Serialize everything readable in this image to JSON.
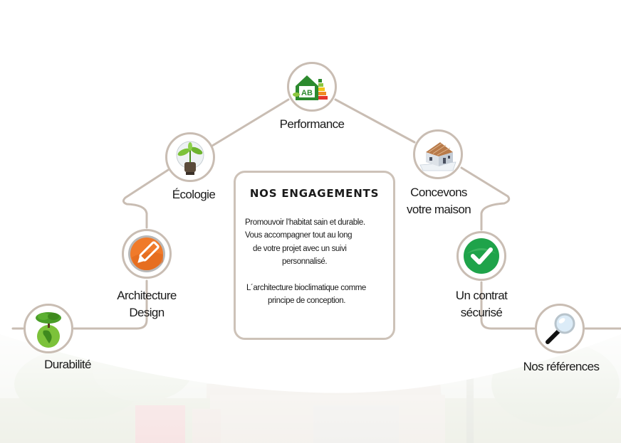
{
  "diagram": {
    "center_box": {
      "title": "NOS ENGAGEMENTS",
      "lines": [
        "Promouvoir l’habitat sain et durable.",
        "Vous accompagner tout au long",
        "de votre projet avec un suivi",
        "personnalisé.",
        "L´architecture bioclimatique comme",
        "principe de conception."
      ]
    },
    "nodes": [
      {
        "id": "performance",
        "label_lines": [
          "Performance"
        ],
        "icon": "energy-label-house-icon"
      },
      {
        "id": "ecologie",
        "label_lines": [
          "Écologie"
        ],
        "icon": "plant-lightbulb-icon"
      },
      {
        "id": "concevons",
        "label_lines": [
          "Concevons",
          "votre maison"
        ],
        "icon": "house-construction-icon"
      },
      {
        "id": "architecture",
        "label_lines": [
          "Architecture",
          "Design"
        ],
        "icon": "pencil-icon"
      },
      {
        "id": "contrat",
        "label_lines": [
          "Un contrat",
          "sécurisé"
        ],
        "icon": "checkmark-icon"
      },
      {
        "id": "durabilite",
        "label_lines": [
          "Durabilité"
        ],
        "icon": "tree-globe-icon"
      },
      {
        "id": "references",
        "label_lines": [
          "Nos références"
        ],
        "icon": "magnifier-icon"
      }
    ],
    "colors": {
      "connector": "#c9bdb3",
      "pencil_orange": "#f07a2a",
      "check_green": "#1fa34a",
      "leaf_green": "#5fb52a",
      "text": "#1a1a1a"
    }
  }
}
